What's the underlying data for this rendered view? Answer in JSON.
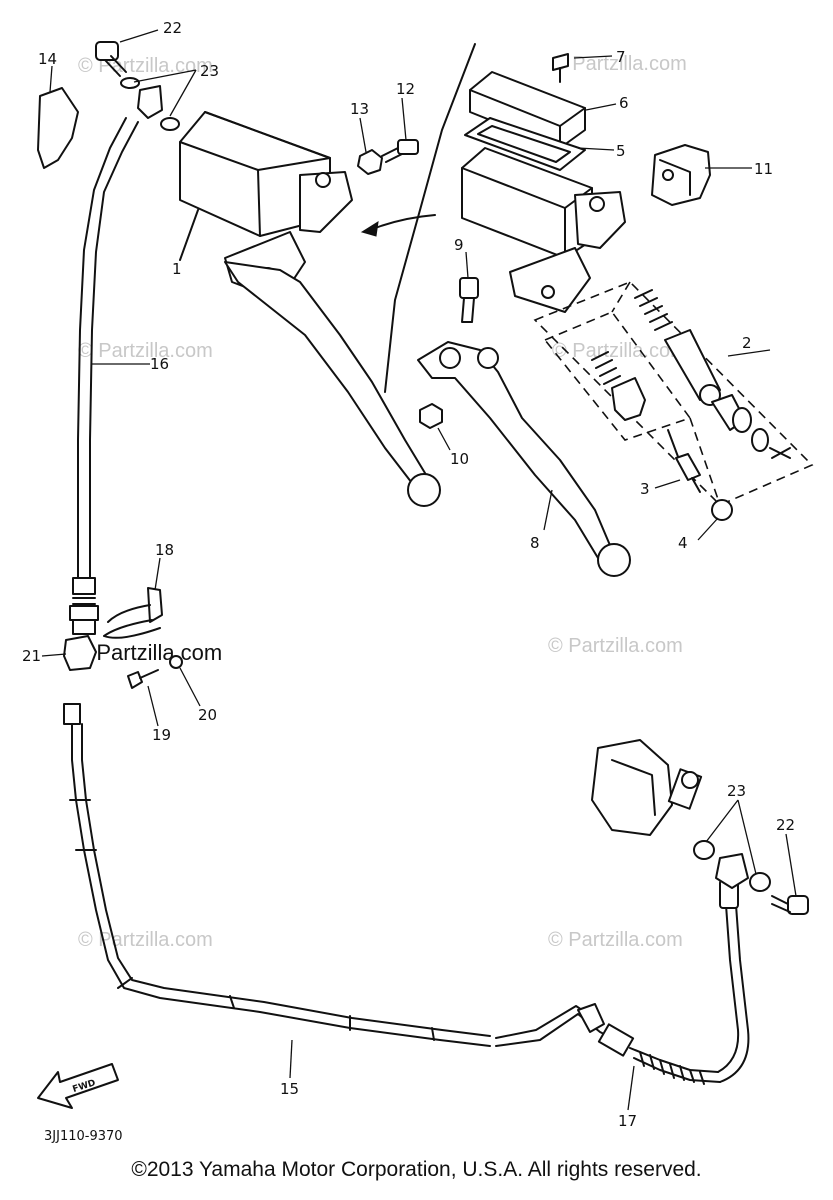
{
  "watermark": {
    "text": "© Partzilla.com",
    "text_dark": "© Partzilla.com"
  },
  "callouts": {
    "c1": "1",
    "c2": "2",
    "c3": "3",
    "c4": "4",
    "c5": "5",
    "c6": "6",
    "c7": "7",
    "c8": "8",
    "c9": "9",
    "c10": "10",
    "c11": "11",
    "c12": "12",
    "c13": "13",
    "c14": "14",
    "c15": "15",
    "c16": "16",
    "c17": "17",
    "c18": "18",
    "c19": "19",
    "c20": "20",
    "c21": "21",
    "c22_top": "22",
    "c22_bottom": "22",
    "c23_top": "23",
    "c23_bottom": "23"
  },
  "fwd_label": "FWD",
  "diagram_code": "3JJ110-9370",
  "copyright": "©2013 Yamaha Motor Corporation, U.S.A. All rights reserved."
}
